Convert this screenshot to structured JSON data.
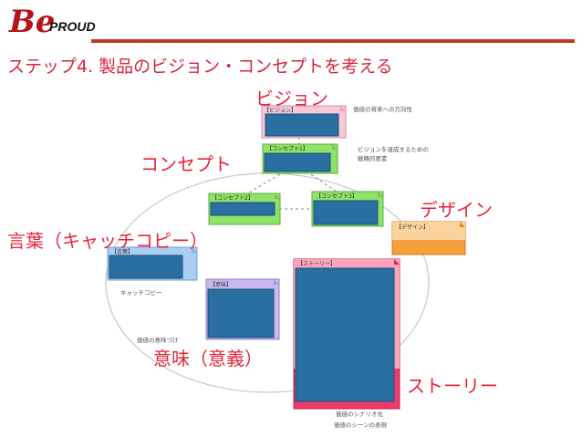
{
  "logo": {
    "be": "Be",
    "proud": "PROUD"
  },
  "title": "ステップ4. 製品のビジョン・コンセプトを考える",
  "labels": {
    "vision": "ビジョン",
    "concept": "コンセプト",
    "design": "デザイン",
    "words": "言葉（キャッチコピー）",
    "meaning": "意味（意義）",
    "story": "ストーリー"
  },
  "cards": {
    "vision": "【ビジョン】",
    "concept1": "【コンセプト1】",
    "concept2": "【コンセプト2】",
    "concept3": "【コンセプト3】",
    "design": "【デザイン】",
    "words": "【言葉】",
    "meaning": "【意味】",
    "story": "【ストーリー】"
  },
  "notes": {
    "vision": "価値の将来への方向性",
    "concept_line1": "ビジョンを達成するための",
    "concept_line2": "戦略的要素",
    "words": "キャッチコピー",
    "meaning": "価値の意味づけ",
    "story_line1": "価値のシナリオ化",
    "story_line2": "価値のシーンの表現"
  },
  "colors": {
    "accent_red": "#e5243b",
    "fill_blue": "#2a6fa1",
    "vision_card": "#f7c9d8",
    "concept_card": "#8fe36a",
    "design_card": "#f6a03c",
    "words_card": "#a9cdf3",
    "meaning_card": "#c7b9ee",
    "story_card": "#f2396b"
  }
}
